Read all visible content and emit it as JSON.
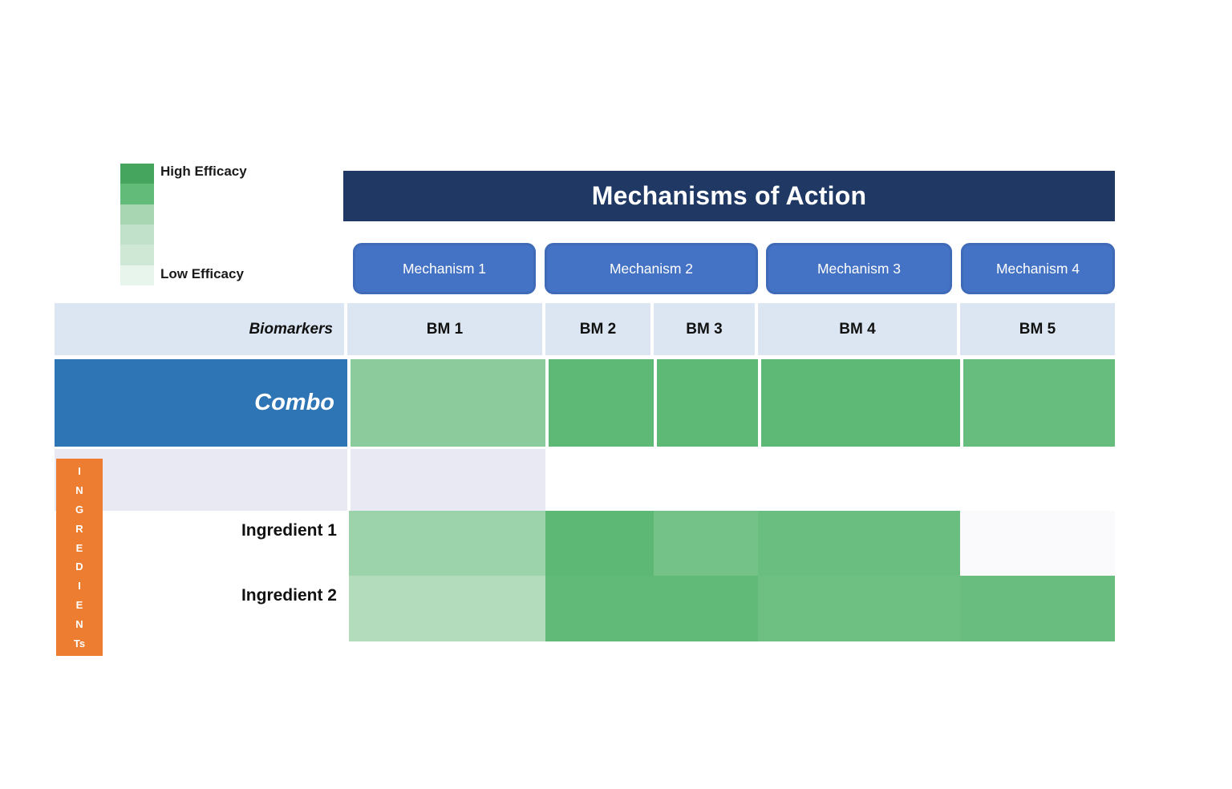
{
  "header": {
    "title": "Mechanisms of Action",
    "banner_color": "#1f3864"
  },
  "legend": {
    "high_label": "High Efficacy",
    "low_label": "Low Efficacy",
    "steps": [
      "#45a55e",
      "#63bb7a",
      "#a8d6b3",
      "#c2e1ca",
      "#cfe7d5",
      "#e8f5ec"
    ]
  },
  "mechanisms": {
    "chip_color": "#4472c4",
    "items": [
      {
        "label": "Mechanism 1"
      },
      {
        "label": "Mechanism 2"
      },
      {
        "label": "Mechanism 3"
      },
      {
        "label": "Mechanism 4"
      }
    ]
  },
  "biomarkers": {
    "row_label": "Biomarkers",
    "columns": [
      "BM 1",
      "BM 2",
      "BM 3",
      "BM 4",
      "BM 5"
    ]
  },
  "matrix": {
    "combo_label": "Combo",
    "combo_header_color": "#2e75b6",
    "row_labels": [
      "Ingredient 1",
      "Ingredient 2"
    ],
    "cells": {
      "combo": [
        "#8ccb9c",
        "#5fb976",
        "#5fb976",
        "#5fb976",
        "#67bd7d"
      ],
      "ingredient1": [
        "#9dd3ab",
        "#5cb874",
        "#74c288",
        "#6abe7f",
        "#fafafd"
      ],
      "ingredient2": [
        "#b2dcbc",
        "#61ba78",
        "#61ba78",
        "#6ec082",
        "#69bd7e"
      ]
    },
    "levels": {
      "combo": [
        "medium",
        "high",
        "high",
        "high",
        "high"
      ],
      "ingredient1": [
        "medium-low",
        "high",
        "medium-high",
        "high",
        "very-low"
      ],
      "ingredient2": [
        "low",
        "high",
        "high",
        "high",
        "high"
      ]
    }
  },
  "ingredients_bar": {
    "label": "INGREDIENTS",
    "bar_color": "#ed7d31",
    "letters": [
      "I",
      "N",
      "G",
      "R",
      "E",
      "D",
      "I",
      "E",
      "N",
      "Ts"
    ]
  }
}
